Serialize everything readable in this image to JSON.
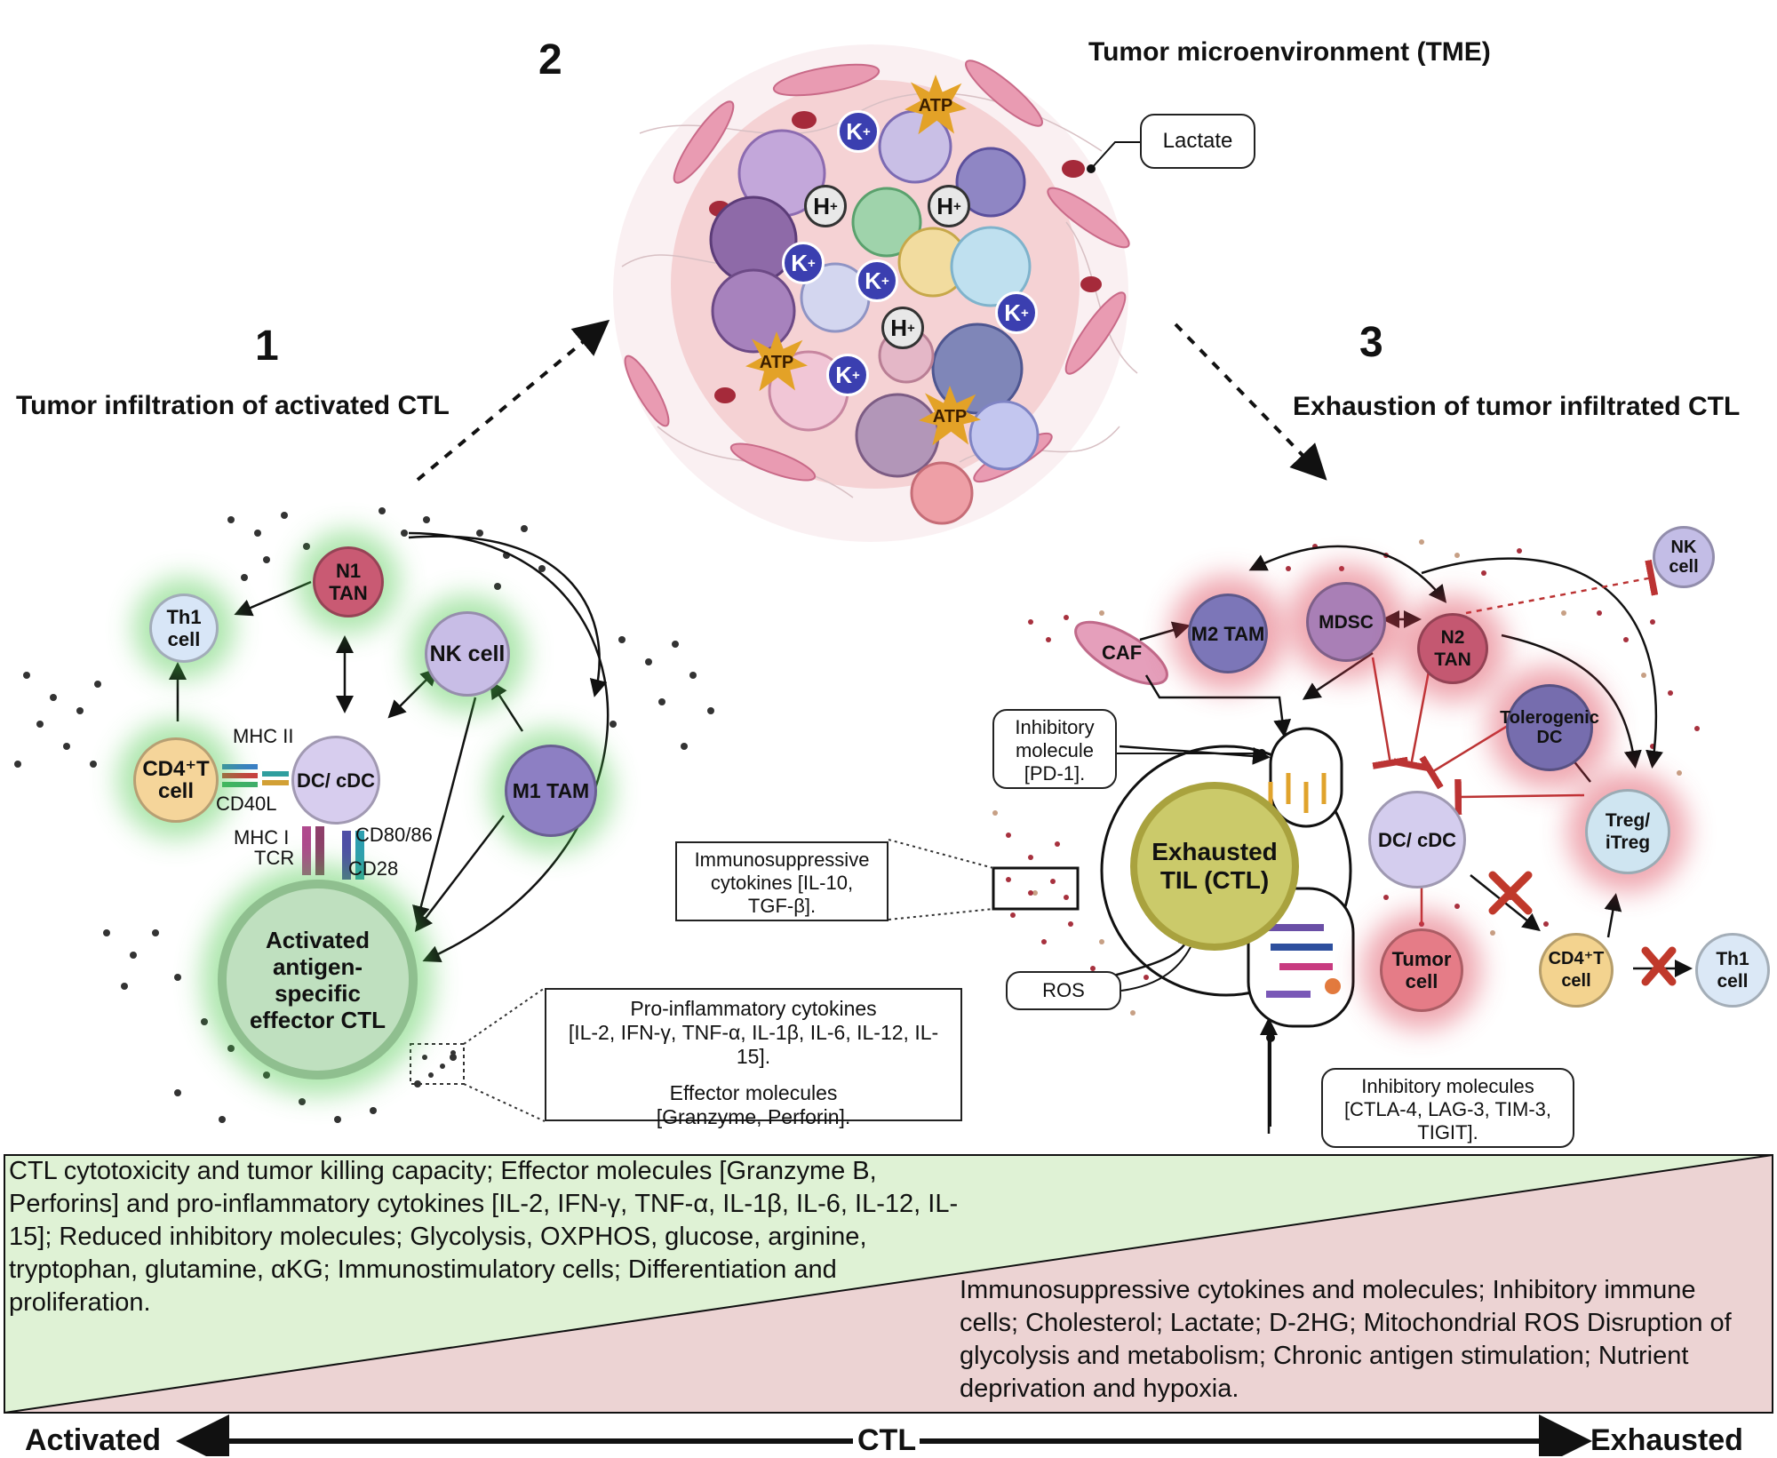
{
  "panel2": {
    "number": "2",
    "title": "Tumor microenvironment (TME)",
    "lactate_label": "Lactate",
    "ions": {
      "k": "K",
      "h": "H",
      "sup": "+",
      "atp": "ATP"
    }
  },
  "panel1": {
    "number": "1",
    "title": "Tumor infiltration of activated CTL",
    "cells": {
      "th1": "Th1 cell",
      "n1": "N1 TAN",
      "nk": "NK cell",
      "cd4": "CD4⁺T cell",
      "dc": "DC/ cDC",
      "m1": "M1 TAM",
      "ctl": "Activated antigen-specific effector CTL"
    },
    "labels": {
      "mhc2": "MHC II",
      "cd40l": "CD40L",
      "mhc1": "MHC I",
      "tcr": "TCR",
      "cd8086": "CD80/86",
      "cd28": "CD28"
    },
    "callout": {
      "pro_title": "Pro-inflammatory cytokines",
      "pro_list": "[IL-2, IFN-γ, TNF-α, IL-1β, IL-6, IL-12, IL-15].",
      "eff_title": "Effector molecules",
      "eff_list": "[Granzyme, Perforin]."
    }
  },
  "panel3": {
    "number": "3",
    "title": "Exhaustion of tumor infiltrated CTL",
    "cells": {
      "nk": "NK cell",
      "caf": "CAF",
      "m2": "M2 TAM",
      "mdsc": "MDSC",
      "n2": "N2 TAN",
      "tolerogenic": "Tolerogenic DC",
      "dc": "DC/ cDC",
      "treg": "Treg/ iTreg",
      "exhausted": "Exhausted TIL (CTL)",
      "tumor": "Tumor cell",
      "cd4": "CD4⁺T cell",
      "th1": "Th1 cell"
    },
    "boxes": {
      "inhibitory_pd1": "Inhibitory molecule [PD-1].",
      "immunosuppressive": "Immunosuppressive cytokines [IL-10, TGF-β].",
      "ros": "ROS",
      "inhibitory_list": "Inhibitory molecules [CTLA-4, LAG-3, TIM-3, TIGIT]."
    }
  },
  "gradient": {
    "activated_text": "CTL cytotoxicity and tumor killing capacity; Effector molecules [Granzyme B, Perforins] and pro-inflammatory cytokines [IL-2, IFN-γ, TNF-α, IL-1β, IL-6, IL-12, IL-15]; Reduced inhibitory molecules; Glycolysis, OXPHOS, glucose, arginine, tryptophan, glutamine, αKG; Immunostimulatory cells; Differentiation and proliferation.",
    "exhausted_text": "Immunosuppressive cytokines and molecules; Inhibitory immune cells; Cholesterol; Lactate; D-2HG; Mitochondrial ROS Disruption of glycolysis and metabolism; Chronic antigen stimulation; Nutrient deprivation and hypoxia.",
    "colors": {
      "activated": "#dff2d5",
      "exhausted": "#ecd3d3"
    }
  },
  "axis": {
    "left": "Activated",
    "center": "CTL",
    "right": "Exhausted"
  }
}
